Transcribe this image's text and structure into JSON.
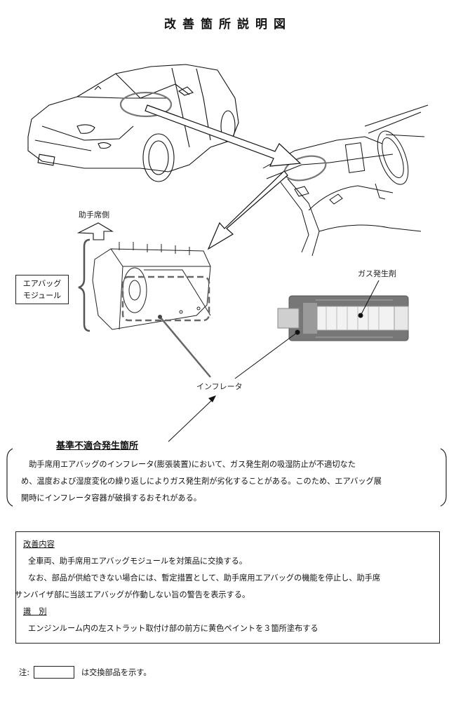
{
  "document": {
    "title": "改善箇所説明図"
  },
  "diagram": {
    "passenger_side_label": "助手席側",
    "airbag_module_label_line1": "エアバッグ",
    "airbag_module_label_line2": "モジュール",
    "gas_generant_label": "ガス発生剤",
    "inflator_label": "インフレータ",
    "icons": [
      "car-illustration",
      "dashboard-illustration",
      "airbag-module-illustration",
      "inflator-cutaway-illustration",
      "arrow-icon",
      "up-arrow-icon"
    ]
  },
  "defect": {
    "heading": "基準不適合発生箇所",
    "lines": [
      "　助手席用エアバッグのインフレータ(膨張装置)において、ガス発生剤の吸湿防止が不適切なた",
      "め、温度および湿度変化の繰り返しによりガス発生剤が劣化することがある。このため、エアバッグ展",
      "開時にインフレータ容器が破損するおそれがある。"
    ]
  },
  "improvement": {
    "heading": "改善内容",
    "line1": "全車両、助手席用エアバッグモジュールを対策品に交換する。",
    "line2": "なお、部品が供給できない場合には、暫定措置として、助手席用エアバッグの機能を停止し、助手席",
    "line3": "サンバイザ部に当該エアバッグが作動しない旨の警告を表示する。",
    "id_heading": "識　別",
    "id_line": "エンジンルーム内の左ストラット取付け部の前方に黄色ペイントを３箇所塗布する"
  },
  "note": {
    "prefix": "注:",
    "suffix": "は交換部品を示す。"
  },
  "colors": {
    "highlight_gray": "#777777",
    "line": "#111111"
  }
}
